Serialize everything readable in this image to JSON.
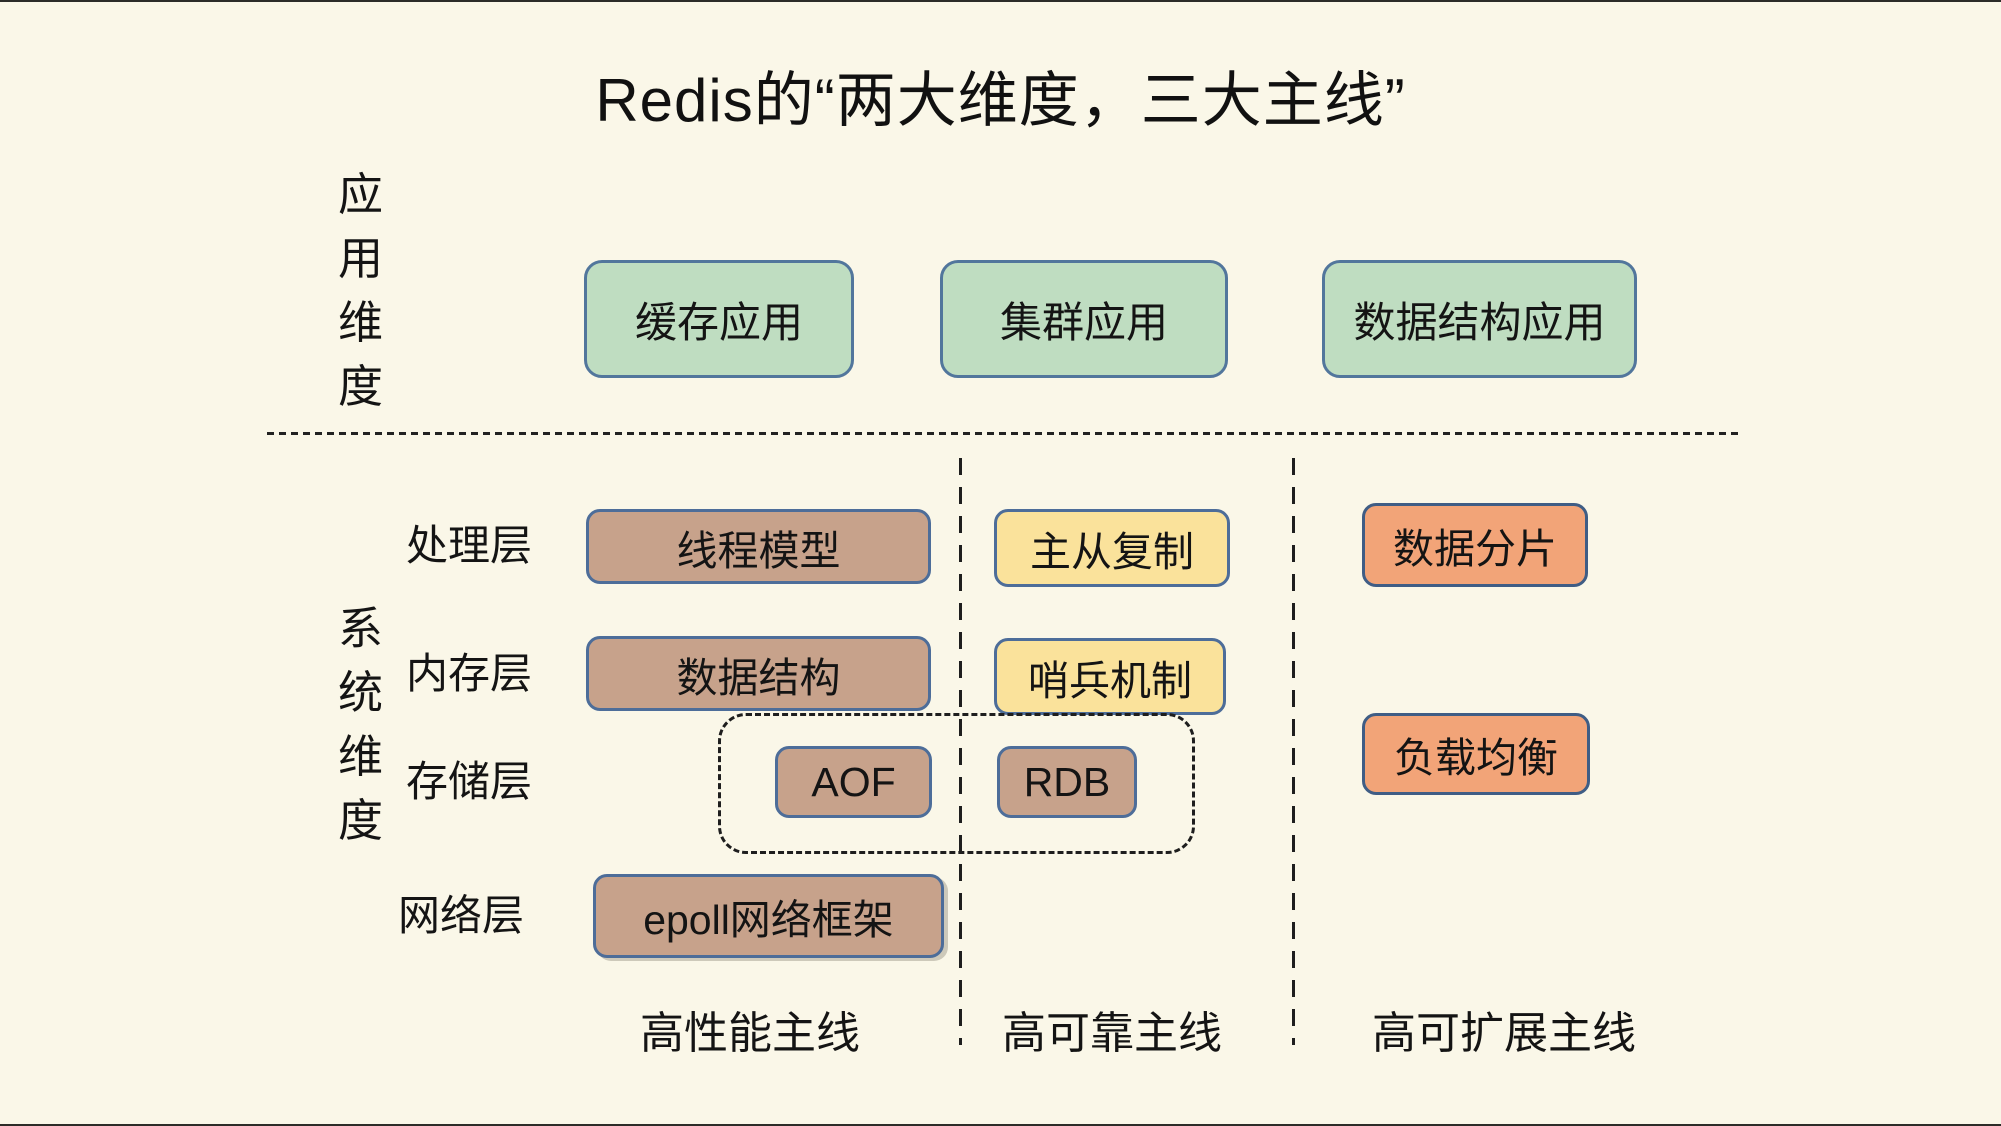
{
  "title": "Redis的“两大维度，三大主线”",
  "dimension_labels": {
    "application": "应用维度",
    "system": "系统维度"
  },
  "application_boxes": [
    {
      "label": "缓存应用"
    },
    {
      "label": "集群应用"
    },
    {
      "label": "数据结构应用"
    }
  ],
  "layer_labels": [
    {
      "label": "处理层"
    },
    {
      "label": "内存层"
    },
    {
      "label": "存储层"
    },
    {
      "label": "网络层"
    }
  ],
  "system_boxes": {
    "thread_model": "线程模型",
    "data_structure": "数据结构",
    "master_slave_replication": "主从复制",
    "sentinel_mechanism": "哨兵机制",
    "aof": "AOF",
    "rdb": "RDB",
    "epoll_framework": "epoll网络框架",
    "data_sharding": "数据分片",
    "load_balancing": "负载均衡"
  },
  "mainline_labels": [
    {
      "label": "高性能主线"
    },
    {
      "label": "高可靠主线"
    },
    {
      "label": "高可扩展主线"
    }
  ],
  "colors": {
    "background": "#FAF7E8",
    "green_fill": "#BFDDC1",
    "tan_fill": "#C7A28B",
    "yellow_fill": "#FAE29B",
    "orange_fill": "#F2A478",
    "box_border": "#4D6D99",
    "orange_border": "#3F5D85",
    "text": "#141414",
    "dashed_line": "#1E1E1E"
  }
}
